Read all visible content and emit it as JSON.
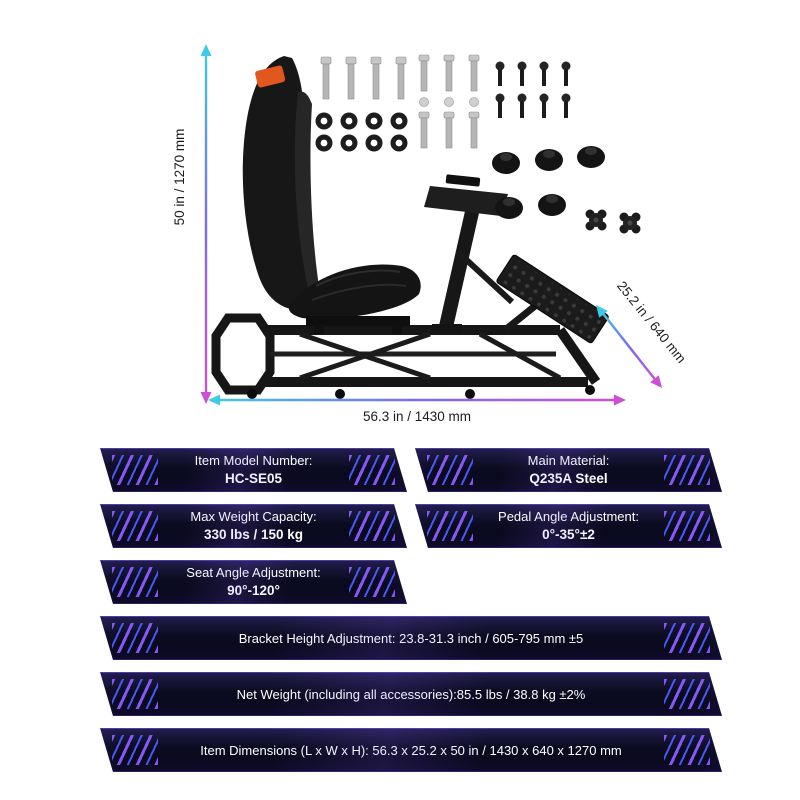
{
  "diagram": {
    "height_label": "50 in / 1270 mm",
    "length_label": "56.3 in / 1430 mm",
    "depth_label": "25.2 in / 640 mm",
    "arrow_gradient": {
      "start": "#3ec9e6",
      "mid": "#7b6bee",
      "end": "#cf4fd4"
    }
  },
  "specs": {
    "banner_bg": "#0c0c20",
    "stripe_colors": [
      "#8a5cff",
      "#4a5cff"
    ],
    "banners": [
      {
        "label": "Item Model Number:",
        "value": "HC-SE05"
      },
      {
        "label": "Main Material:",
        "value": "Q235A Steel"
      },
      {
        "label": "Max Weight Capacity:",
        "value": "330 lbs / 150 kg"
      },
      {
        "label": "Pedal Angle Adjustment:",
        "value": "0°-35°±2"
      },
      {
        "label": "Seat Angle Adjustment:",
        "value": "90°-120°"
      }
    ],
    "full_rows": [
      "Bracket Height Adjustment: 23.8-31.3 inch / 605-795 mm ±5",
      "Net Weight (including all accessories):85.5 lbs / 38.8 kg ±2%",
      "Item Dimensions (L x W x H): 56.3 x 25.2 x 50 in / 1430 x 640 x 1270 mm"
    ]
  }
}
